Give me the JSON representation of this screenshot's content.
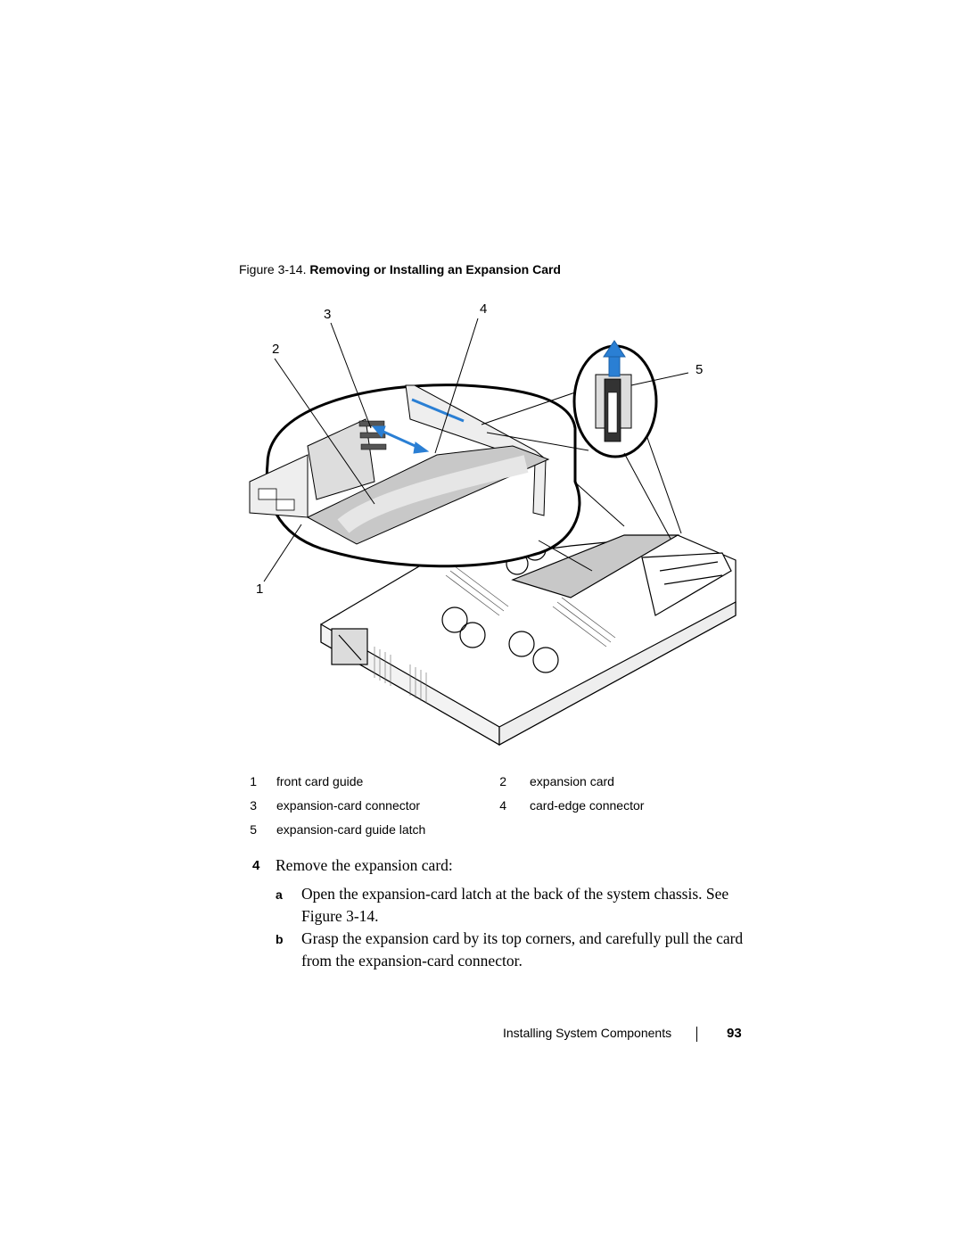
{
  "figure": {
    "caption_prefix": "Figure 3-14.",
    "caption_title": "Removing or Installing an Expansion Card",
    "callouts": [
      "1",
      "2",
      "3",
      "4",
      "5"
    ]
  },
  "legend": [
    {
      "num": "1",
      "label": "front card guide"
    },
    {
      "num": "2",
      "label": "expansion card"
    },
    {
      "num": "3",
      "label": "expansion-card connector"
    },
    {
      "num": "4",
      "label": "card-edge connector"
    },
    {
      "num": "5",
      "label": "expansion-card guide latch"
    }
  ],
  "step": {
    "number": "4",
    "text": "Remove the expansion card:",
    "substeps": [
      {
        "letter": "a",
        "text": "Open the expansion-card latch at the back of the system chassis. See Figure 3-14."
      },
      {
        "letter": "b",
        "text": "Grasp the expansion card by its top corners, and carefully pull the card from the expansion-card connector."
      }
    ]
  },
  "footer": {
    "section": "Installing System Components",
    "page": "93"
  },
  "colors": {
    "arrow_blue": "#2a7fd4",
    "line": "#000000",
    "card_gray": "#c8c8c8"
  }
}
